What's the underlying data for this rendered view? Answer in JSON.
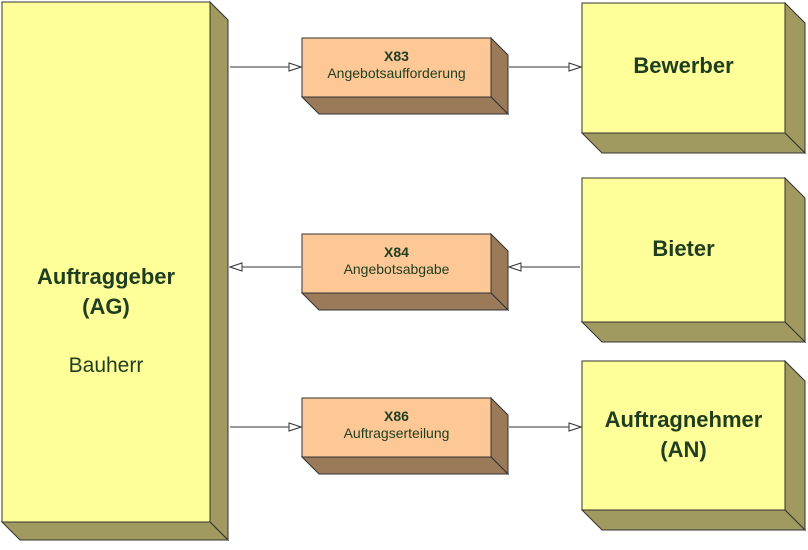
{
  "parties": {
    "ag": {
      "title_line1": "Auftraggeber",
      "title_line2": "(AG)",
      "subtitle": "Bauherr"
    },
    "bewerber": {
      "title": "Bewerber"
    },
    "bieter": {
      "title": "Bieter"
    },
    "an": {
      "title_line1": "Auftragnehmer",
      "title_line2": "(AN)"
    }
  },
  "messages": [
    {
      "code": "X83",
      "name": "Angebotsaufforderung"
    },
    {
      "code": "X84",
      "name": "Angebotsabgabe"
    },
    {
      "code": "X86",
      "name": "Auftragserteilung"
    }
  ],
  "colors": {
    "party_face": "#ffff99",
    "party_side": "#a09a60",
    "message_face": "#fdc896",
    "message_side": "#9a7a58",
    "outline": "#333333",
    "text": "#1f3d1f"
  }
}
